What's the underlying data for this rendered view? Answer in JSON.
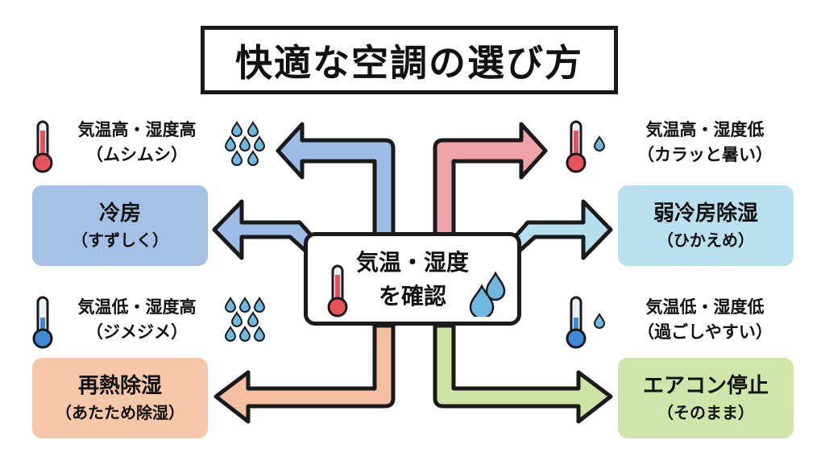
{
  "title": "快適な空調の選び方",
  "center": {
    "line1": "気温・湿度",
    "line2": "を確認",
    "icons": [
      "thermometer-hot-icon",
      "water-drops-icon"
    ]
  },
  "quadrants": [
    {
      "id": "top-left",
      "condition": "気温高・湿度高",
      "feeling": "（ムシムシ）",
      "action": "冷房",
      "action_sub": "（すずしく）",
      "temperature": "high",
      "humidity": "high",
      "color": "#a4c2e8",
      "arrow_color": "#9dbde6"
    },
    {
      "id": "top-right",
      "condition": "気温高・湿度低",
      "feeling": "（カラッと暑い）",
      "action": "弱冷房除湿",
      "action_sub": "（ひかえめ）",
      "temperature": "high",
      "humidity": "low",
      "color": "#b9e0ef",
      "arrow_color": "#f0a3a6",
      "arrow2_color": "#b4dfef"
    },
    {
      "id": "bottom-left",
      "condition": "気温低・湿度高",
      "feeling": "（ジメジメ）",
      "action": "再熱除湿",
      "action_sub": "（あたため除湿）",
      "temperature": "low",
      "humidity": "high",
      "color": "#f6c7a8",
      "arrow_color": "#f5c0a0"
    },
    {
      "id": "bottom-right",
      "condition": "気温低・湿度低",
      "feeling": "（過ごしやすい）",
      "action": "エアコン停止",
      "action_sub": "（そのまま）",
      "temperature": "low",
      "humidity": "low",
      "color": "#cfe5aa",
      "arrow_color": "#cde4a6"
    }
  ],
  "colors": {
    "outline": "#1a1a1a",
    "thermo_hot": "#e8525a",
    "thermo_cold": "#3f8ad6",
    "drop": "#6fb8e0"
  }
}
